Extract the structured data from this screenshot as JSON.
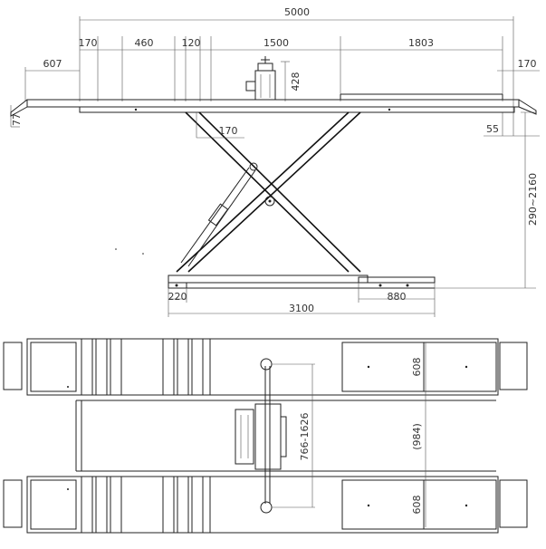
{
  "side_view": {
    "dims": {
      "overall": "5000",
      "d170_left": "170",
      "d460": "460",
      "d120": "120",
      "d1500": "1500",
      "d1803": "1803",
      "d607": "607",
      "d170_right": "170",
      "d428": "428",
      "d77": "77",
      "d55": "55",
      "d170_mid": "170",
      "height": "290~2160",
      "d220": "220",
      "d880": "880",
      "d3100": "3100"
    }
  },
  "top_view": {
    "dims": {
      "d608_top": "608",
      "d984": "(984)",
      "d608_bottom": "608",
      "d766": "766-1626"
    }
  }
}
